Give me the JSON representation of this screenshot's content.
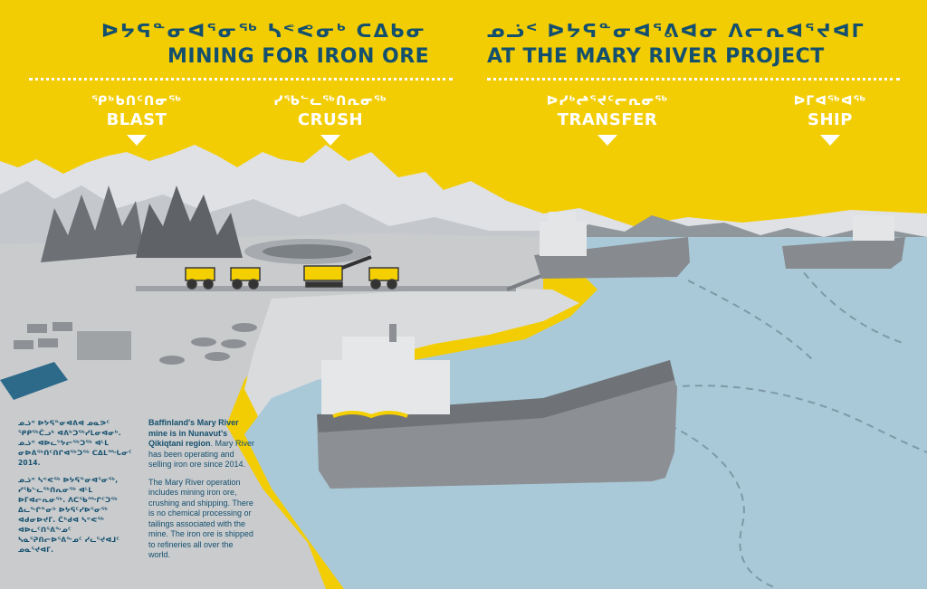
{
  "header": {
    "title_syllabics_left": "ᐅᔭᕋᓐᓂᐊᕐᓂᖅ ᓴᕝᕙᓂᒃ ᑕᐃᑲᓂ",
    "title_english_left": "MINING FOR IRON ORE",
    "title_syllabics_right": "ᓄᓘᑉ ᐅᔭᕋᓐᓂᐊᕐᕕᐊᓂ ᐱᓕᕆᐊᕐᔪᐊᒥ",
    "title_english_right": "AT THE MARY RIVER PROJECT"
  },
  "steps": [
    {
      "syllabics": "ᕿᒃᑲᑎᑦᑎᓂᖅ",
      "english": "BLAST"
    },
    {
      "syllabics": "ᓯᖃᓪᓚᖅᑎᕆᓂᖅ",
      "english": "CRUSH"
    },
    {
      "syllabics": "ᐅᓯᒃᖠᕐᔪᑦᓕᕆᓂᖅ",
      "english": "TRANSFER"
    },
    {
      "syllabics": "ᐅᒥᐊᖅᐊᖅ",
      "english": "SHIP"
    }
  ],
  "body_syllabics": {
    "para1": "ᓄᓘᑉ ᐅᔭᕋᓐᓂᐊᕕᐊ ᓄᓇᕗᑦ ᕿᑭᖅᑖᓗᒃ ᐊᕕᒃᑐᖅᓯᒪᓂᐊᓂᒃ. ᓄᓘᑉ ᐊᐅᓚᔾᔭᓕᖅᑐᖅ ᐊᒻᒪ ᓂᐅᕕᖅᑎᑦᑎᒋᐊᖅᑐᖅ ᑕᐃᒪᙵᓂᑦ 2014.",
    "para2": "ᓄᓘᑉ ᓴᕝᕙᖅ ᐅᔭᕋᓐᓂᐊᕐᓂᖅ, ᓯᖃᓪᓚᖅᑎᕆᓂᖅ ᐊᒻᒪ ᐅᒥᐊᓕᕆᓂᖅ. ᐱᑕᖃᙱᑦᑐᖅ ᐃᓚᖏᓐᓂᒃ ᐅᔭᕋᑦᓯᐅᕐᓂᖅ ᐊᑯᓂᐅᔪᒥ. ᑖᒃᑯᐊ ᓴᕝᕙᖅ ᐊᐅᓚᑦᑎᕐᕕᖕᓄᑦ ᓴᓇᕐᕈᑎᓕᐅᕐᕕᖕᓄᑦ ᓯᓚᕐᔪᐊᒧᑦ ᓄᓇᕐᔪᐊᒥ."
  },
  "body_english": {
    "lead_bold": "Baffinland's Mary River mine is in Nunavut's Qikiqtani region",
    "lead_rest": ". Mary River has been operating and selling iron ore since 2014.",
    "para2": "The Mary River operation includes mining iron ore, crushing and shipping. There is no chemical processing or tailings associated with the mine. The iron ore is shipped to refineries all over the world."
  },
  "colors": {
    "yellow": "#f3cd04",
    "navy": "#14506e",
    "sea": "#a9c9d8",
    "mountain": "#d6d8dc",
    "ground": "#c9cbcd",
    "ship_hull": "#8c8f93",
    "truck": "#f5d000"
  }
}
